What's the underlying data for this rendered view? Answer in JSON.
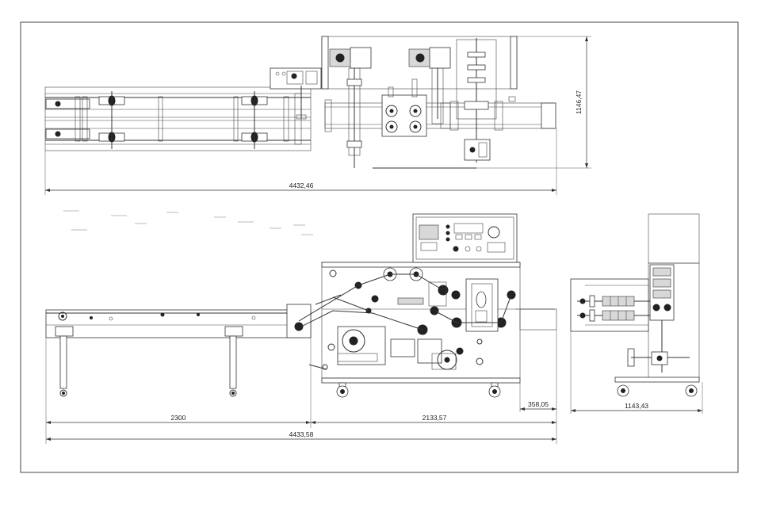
{
  "drawing": {
    "dimensions": {
      "top_length": "4432,46",
      "top_height": "1146,47",
      "conveyor_length": "2300",
      "machine_length": "2133,57",
      "overhang": "358,05",
      "total_length": "4433,58",
      "side_width": "1143,43"
    }
  }
}
